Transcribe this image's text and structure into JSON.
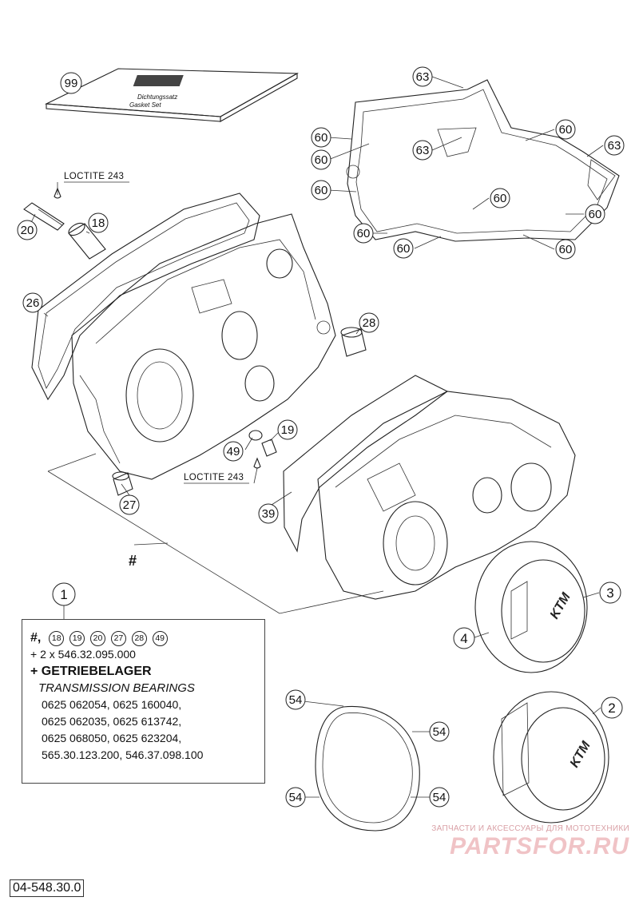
{
  "callouts": {
    "c99": "99",
    "c63a": "63",
    "c63b": "63",
    "c63c": "63",
    "c60a": "60",
    "c60b": "60",
    "c60c": "60",
    "c60d": "60",
    "c60e": "60",
    "c60f": "60",
    "c60g": "60",
    "c60h": "60",
    "c60i": "60",
    "c20": "20",
    "c18": "18",
    "c26": "26",
    "c28": "28",
    "c19": "19",
    "c49": "49",
    "c27": "27",
    "c39": "39",
    "c3": "3",
    "c4": "4",
    "c2": "2",
    "c54a": "54",
    "c54b": "54",
    "c54c": "54",
    "c54d": "54",
    "c1": "1",
    "hash": "#"
  },
  "labels": {
    "loctite_top": "LOCTITE 243",
    "loctite_bottom": "LOCTITE 243"
  },
  "kit": {
    "hash": "#,",
    "parts": [
      "18",
      "19",
      "20",
      "27",
      "28",
      "49"
    ],
    "line2": "+ 2 x 546.32.095.000",
    "line3": "+ GETRIEBELAGER",
    "line4": "TRANSMISSION BEARINGS",
    "line5": "0625 062054, 0625 160040,",
    "line6": "0625 062035, 0625 613742,",
    "line7": "0625 068050, 0625 623204,",
    "line8": "565.30.123.200, 546.37.098.100"
  },
  "doc_number": "04-548.30.0",
  "watermark": {
    "subtitle": "ЗАПЧАСТИ И АКСЕССУАРЫ ДЛЯ МОТОТЕХНИКИ",
    "logo": "PARTSFOR.RU"
  }
}
